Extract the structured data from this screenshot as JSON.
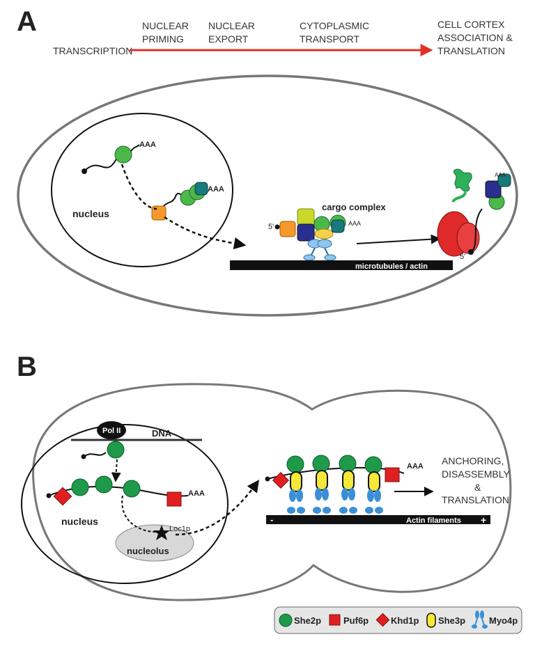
{
  "panel_a": {
    "label": "A",
    "stages": {
      "transcription": "TRANSCRIPTION",
      "nuclear_priming_1": "NUCLEAR",
      "nuclear_priming_2": "PRIMING",
      "nuclear_export_1": "NUCLEAR",
      "nuclear_export_2": "EXPORT",
      "cyto_1": "CYTOPLASMIC",
      "cyto_2": "TRANSPORT",
      "cortex_1": "CELL CORTEX",
      "cortex_2": "ASSOCIATION &",
      "cortex_3": "TRANSLATION"
    },
    "aaa1": "AAA",
    "aaa2": "AAA",
    "aaa3": "AAA",
    "aaa4": "AAA",
    "nucleus": "nucleus",
    "cargo_complex": "cargo complex",
    "five_prime_1": "5'",
    "five_prime_2": "5'",
    "track": "microtubules / actin"
  },
  "panel_b": {
    "label": "B",
    "pol2": "Pol II",
    "dna": "DNA",
    "aaa1": "AAA",
    "aaa2": "AAA",
    "nucleus": "nucleus",
    "loc1p": "Loc1p",
    "nucleolus": "nucleolus",
    "outcome_1": "ANCHORING,",
    "outcome_2": "DISASSEMBLY",
    "outcome_3": "&",
    "outcome_4": "TRANSLATION",
    "minus": "-",
    "plus": "+",
    "actin": "Actin filaments"
  },
  "legend": [
    {
      "label": "She2p",
      "color": "#1e9a4a"
    },
    {
      "label": "Puf6p",
      "color": "#e02020"
    },
    {
      "label": "Khd1p",
      "color": "#e02020"
    },
    {
      "label": "She3p",
      "color": "#f5e836"
    },
    {
      "label": "Myo4p",
      "color": "#3a8fd6"
    }
  ]
}
